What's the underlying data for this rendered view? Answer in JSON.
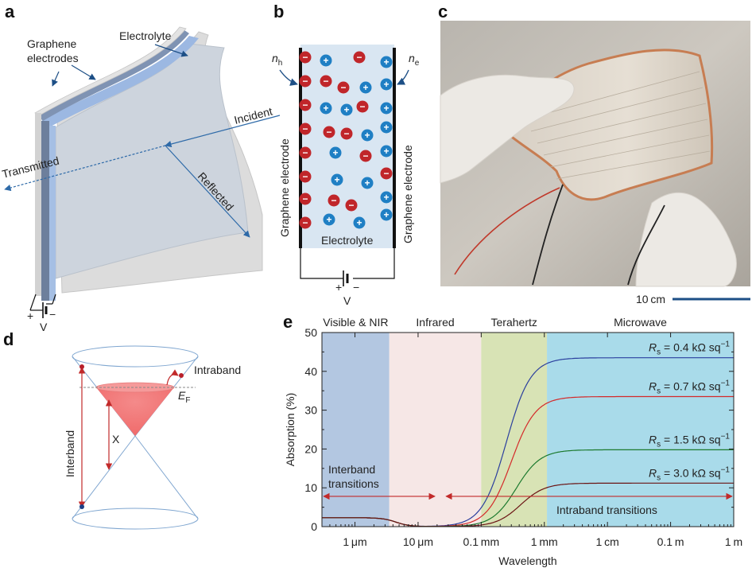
{
  "panels": {
    "a": {
      "label": "a",
      "graphene_electrodes_line1": "Graphene",
      "graphene_electrodes_line2": "electrodes",
      "electrolyte": "Electrolyte",
      "incident": "Incident",
      "transmitted": "Transmitted",
      "reflected": "Reflected",
      "plus": "+",
      "minus": "−",
      "voltage": "V"
    },
    "b": {
      "label": "b",
      "nh": "n",
      "nh_sub": "h",
      "ne": "n",
      "ne_sub": "e",
      "left_electrode": "Graphene electrode",
      "right_electrode": "Graphene electrode",
      "electrolyte": "Electrolyte",
      "plus": "+",
      "minus": "−",
      "voltage": "V",
      "neg_sign": "−",
      "pos_sign": "+"
    },
    "c": {
      "label": "c",
      "scale_text": "10 cm"
    },
    "d": {
      "label": "d",
      "intraband": "Intraband",
      "interband": "Interband",
      "ef": "E",
      "ef_sub": "F",
      "x": "X"
    },
    "e": {
      "label": "e"
    }
  },
  "chart_data": {
    "type": "line",
    "xlabel": "Wavelength",
    "ylabel": "Absorption (%)",
    "x_scale": "log",
    "xlim_m": [
      3e-07,
      1
    ],
    "ylim": [
      0,
      50
    ],
    "x_ticks": [
      {
        "label": "1 μm",
        "value_m": 1e-06
      },
      {
        "label": "10 μm",
        "value_m": 1e-05
      },
      {
        "label": "0.1 mm",
        "value_m": 0.0001
      },
      {
        "label": "1 mm",
        "value_m": 0.001
      },
      {
        "label": "1 cm",
        "value_m": 0.01
      },
      {
        "label": "0.1 m",
        "value_m": 0.1
      },
      {
        "label": "1 m",
        "value_m": 1
      }
    ],
    "y_ticks": [
      0,
      10,
      20,
      30,
      40,
      50
    ],
    "regions": [
      {
        "name": "Visible & NIR",
        "from_m": 3e-07,
        "to_m": 3.5e-06,
        "color": "#b3c7e1"
      },
      {
        "name": "Infrared",
        "from_m": 3.5e-06,
        "to_m": 0.0001,
        "color": "#f6e7e6"
      },
      {
        "name": "Terahertz",
        "from_m": 0.0001,
        "to_m": 0.0011,
        "color": "#d8e3b5"
      },
      {
        "name": "Microwave",
        "from_m": 0.0011,
        "to_m": 1,
        "color": "#a9dbea"
      }
    ],
    "series": [
      {
        "name": "R_s = 0.4 kΩ sq⁻¹",
        "plateau": 43.5,
        "visible": 2.3,
        "midpoint_m": 0.00025,
        "color": "#2b3f9e",
        "r_value": "0.4"
      },
      {
        "name": "R_s = 0.7 kΩ sq⁻¹",
        "plateau": 33.5,
        "visible": 2.3,
        "midpoint_m": 0.0003,
        "color": "#d42a2a",
        "r_value": "0.7"
      },
      {
        "name": "R_s = 1.5 kΩ sq⁻¹",
        "plateau": 19.8,
        "visible": 2.3,
        "midpoint_m": 0.00036,
        "color": "#1c7a2e",
        "r_value": "1.5"
      },
      {
        "name": "R_s = 3.0 kΩ sq⁻¹",
        "plateau": 11.2,
        "visible": 2.3,
        "midpoint_m": 0.00042,
        "color": "#6b1414",
        "r_value": "3.0"
      }
    ],
    "label_prefix": "R",
    "label_sub": "s",
    "label_unit": " kΩ sq",
    "label_sup": "−1",
    "annotations": {
      "interband_line1": "Interband",
      "interband_line2": "transitions",
      "intraband": "Intraband transitions"
    }
  }
}
